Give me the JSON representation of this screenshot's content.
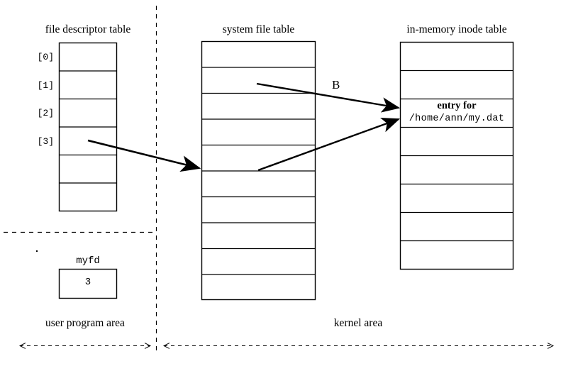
{
  "diagram": {
    "title_fd_table": "file descriptor table",
    "title_system_file_table": "system file table",
    "title_inode_table": "in-memory inode table",
    "fd_table": {
      "indices": [
        "[0]",
        "[1]",
        "[2]",
        "[3]",
        "",
        ""
      ],
      "row_count": 6
    },
    "system_file_table": {
      "row_count": 10
    },
    "inode_table": {
      "row_count": 8,
      "entry_row": 2,
      "entry_label": "entry for",
      "entry_path": "/home/ann/my.dat"
    },
    "variable_box": {
      "name": "myfd",
      "value": "3"
    },
    "arrow_labels": {
      "b": "B"
    },
    "areas": {
      "user": "user program area",
      "kernel": "kernel area"
    },
    "colors": {
      "stroke": "#000000",
      "background": "#ffffff"
    }
  }
}
